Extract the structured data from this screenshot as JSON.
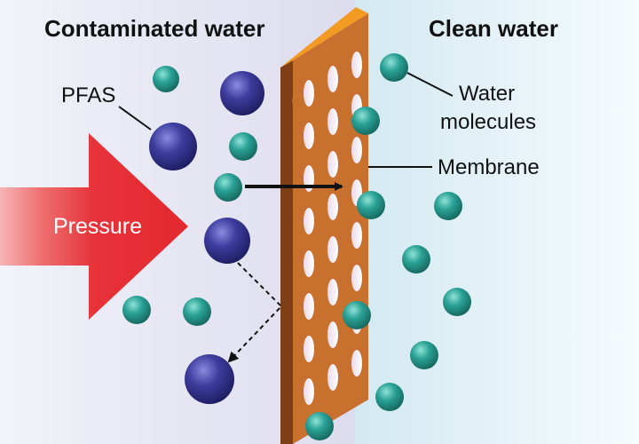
{
  "headings": {
    "left": "Contaminated water",
    "right": "Clean water"
  },
  "labels": {
    "pfas": "PFAS",
    "water_line1": "Water",
    "water_line2": "molecules",
    "membrane": "Membrane",
    "pressure": "Pressure"
  },
  "colors": {
    "left_background": "#e6e6f4",
    "right_background": "#dcedf3",
    "membrane_face": "#c8702e",
    "membrane_top": "#f29a22",
    "membrane_side": "#7e3e16",
    "pfas": "#3d3d9e",
    "water_molecule": "#2aa196",
    "pressure_arrow": "#e8333a"
  }
}
